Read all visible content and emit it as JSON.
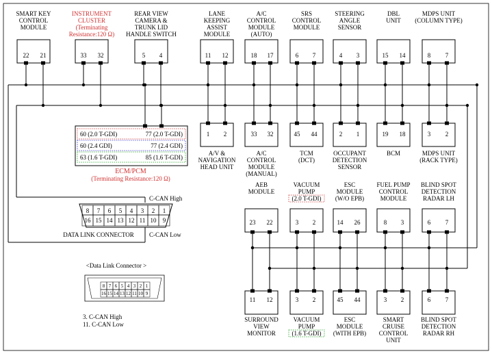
{
  "modules_top": [
    {
      "id": "smart-key",
      "label": [
        "SMART KEY",
        "CONTROL",
        "MODULE"
      ],
      "pins": [
        "22",
        "21"
      ],
      "red": false
    },
    {
      "id": "instrument-cluster",
      "label": [
        "INSTRUMENT",
        "CLUSTER",
        "(Terminating",
        "Resistance:120 Ω)"
      ],
      "pins": [
        "33",
        "32"
      ],
      "red": true
    },
    {
      "id": "rear-view-camera",
      "label": [
        "REAR VIEW",
        "CAMERA &",
        "TRUNK LID",
        "HANDLE SWITCH"
      ],
      "pins": [
        "5",
        "4"
      ],
      "red": false
    },
    {
      "id": "lane-keeping",
      "label": [
        "LANE",
        "KEEPING",
        "ASSIST",
        "MODULE"
      ],
      "pins": [
        "11",
        "12"
      ],
      "red": false
    },
    {
      "id": "ac-auto",
      "label": [
        "A/C",
        "CONTROL",
        "MODULE",
        "(AUTO)"
      ],
      "pins": [
        "18",
        "17"
      ],
      "red": false
    },
    {
      "id": "srs",
      "label": [
        "SRS",
        "CONTROL",
        "MODULE"
      ],
      "pins": [
        "6",
        "7"
      ],
      "red": false
    },
    {
      "id": "steering-angle",
      "label": [
        "STEERING",
        "ANGLE",
        "SENSOR"
      ],
      "pins": [
        "4",
        "3"
      ],
      "red": false
    },
    {
      "id": "dbl",
      "label": [
        "DBL",
        "UNIT"
      ],
      "pins": [
        "15",
        "14"
      ],
      "red": false
    },
    {
      "id": "mdps-column",
      "label": [
        "MDPS UNIT",
        "(COLUMN TYPE)"
      ],
      "pins": [
        "8",
        "7"
      ],
      "red": false
    }
  ],
  "modules_mid": [
    {
      "id": "av-nav",
      "label": [
        "A/V &",
        "NAVIGATION",
        "HEAD UNIT"
      ],
      "pins": [
        "1",
        "2"
      ]
    },
    {
      "id": "ac-manual",
      "label": [
        "A/C",
        "CONTROL",
        "MODULE",
        "(MANUAL)"
      ],
      "pins": [
        "33",
        "32"
      ]
    },
    {
      "id": "tcm",
      "label": [
        "TCM",
        "(DCT)"
      ],
      "pins": [
        "45",
        "44"
      ]
    },
    {
      "id": "occupant",
      "label": [
        "OCCUPANT",
        "DETECTION",
        "SENSOR"
      ],
      "pins": [
        "2",
        "1"
      ]
    },
    {
      "id": "bcm",
      "label": [
        "BCM"
      ],
      "pins": [
        "19",
        "18"
      ]
    },
    {
      "id": "mdps-rack",
      "label": [
        "MDPS UNIT",
        "(RACK TYPE)"
      ],
      "pins": [
        "3",
        "2"
      ]
    }
  ],
  "ecm": {
    "rows": [
      {
        "left": "60 (2.0 T-GDI)",
        "right": "77 (2.0 T-GDI)",
        "color": "#d03030"
      },
      {
        "left": "60 (2.4 GDI)",
        "right": "77 (2.4 GDI)",
        "color": "#3030c8"
      },
      {
        "left": "63 (1.6 T-GDI)",
        "right": "85 (1.6 T-GDI)",
        "color": "#20a020"
      }
    ],
    "title": "ECM/PCM",
    "subtitle": "(Terminating Resistance:120 Ω)"
  },
  "modules_low_top": [
    {
      "id": "aeb",
      "label": [
        "AEB",
        "MODULE"
      ],
      "pins": [
        "23",
        "22"
      ],
      "note": ""
    },
    {
      "id": "vacuum-pump-20",
      "label": [
        "VACUUM",
        "PUMP"
      ],
      "pins": [
        "3",
        "2"
      ],
      "note": "(2.0 T-GDI)"
    },
    {
      "id": "esc-wo-epb",
      "label": [
        "ESC",
        "MODULE",
        "(W/O EPB)"
      ],
      "pins": [
        "14",
        "26"
      ],
      "note": ""
    },
    {
      "id": "fuel-pump",
      "label": [
        "FUEL PUMP",
        "CONTROL",
        "MODULE"
      ],
      "pins": [
        "8",
        "3"
      ],
      "note": ""
    },
    {
      "id": "bsd-lh",
      "label": [
        "BLIND SPOT",
        "DETECTION",
        "RADAR LH"
      ],
      "pins": [
        "6",
        "7"
      ],
      "note": ""
    }
  ],
  "modules_low_bottom": [
    {
      "id": "surround-view",
      "label": [
        "SURROUND",
        "VIEW",
        "MONITOR"
      ],
      "pins": [
        "11",
        "12"
      ],
      "note": ""
    },
    {
      "id": "vacuum-pump-16",
      "label": [
        "VACUUM",
        "PUMP"
      ],
      "pins": [
        "3",
        "2"
      ],
      "note": "(1.6 T-GDI)"
    },
    {
      "id": "esc-with-epb",
      "label": [
        "ESC",
        "MODULE",
        "(WITH EPB)"
      ],
      "pins": [
        "45",
        "44"
      ],
      "note": ""
    },
    {
      "id": "smart-cruise",
      "label": [
        "SMART",
        "CRUISE",
        "CONTROL",
        "UNIT"
      ],
      "pins": [
        "3",
        "2"
      ],
      "note": ""
    },
    {
      "id": "bsd-rh",
      "label": [
        "BLIND SPOT",
        "DETECTION",
        "RADAR RH"
      ],
      "pins": [
        "6",
        "7"
      ],
      "note": ""
    }
  ],
  "dlc": {
    "top_pins": [
      "8",
      "7",
      "6",
      "5",
      "4",
      "3",
      "2",
      "1"
    ],
    "bottom_pins": [
      "16",
      "15",
      "14",
      "13",
      "12",
      "11",
      "10",
      "9"
    ],
    "label": "DATA LINK CONNECTOR",
    "can_high": "C-CAN High",
    "can_low": "C-CAN Low"
  },
  "legend": {
    "title": "<Data Link Connector >",
    "top_pins": [
      "8",
      "7",
      "6",
      "5",
      "4",
      "3",
      "2",
      "1"
    ],
    "bottom_pins": [
      "16",
      "15",
      "14",
      "13",
      "12",
      "11",
      "10",
      "9"
    ],
    "notes": [
      "3. C-CAN High",
      "11. C-CAN Low"
    ]
  }
}
